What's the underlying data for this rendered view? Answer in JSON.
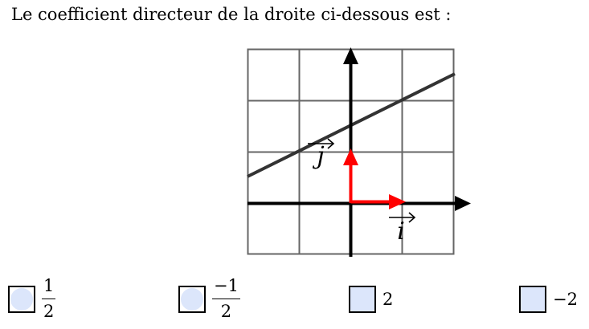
{
  "question": "Le coefficient directeur de la droite ci-dessous est :",
  "figure": {
    "grid_x_range": [
      -2,
      2
    ],
    "grid_y_range": [
      -1,
      3
    ],
    "line": {
      "slope": 0.5,
      "y_intercept": 1.5
    },
    "vector_i_label": "i",
    "vector_j_label": "j",
    "colors": {
      "grid": "#666666",
      "axes": "#000000",
      "line": "#333333",
      "vectors": "#ff0000"
    }
  },
  "choices": [
    {
      "type": "fraction",
      "numerator": "1",
      "denominator": "2"
    },
    {
      "type": "fraction",
      "numerator": "−1",
      "denominator": "2"
    },
    {
      "type": "text",
      "text": "2"
    },
    {
      "type": "text",
      "text": "−2"
    }
  ]
}
